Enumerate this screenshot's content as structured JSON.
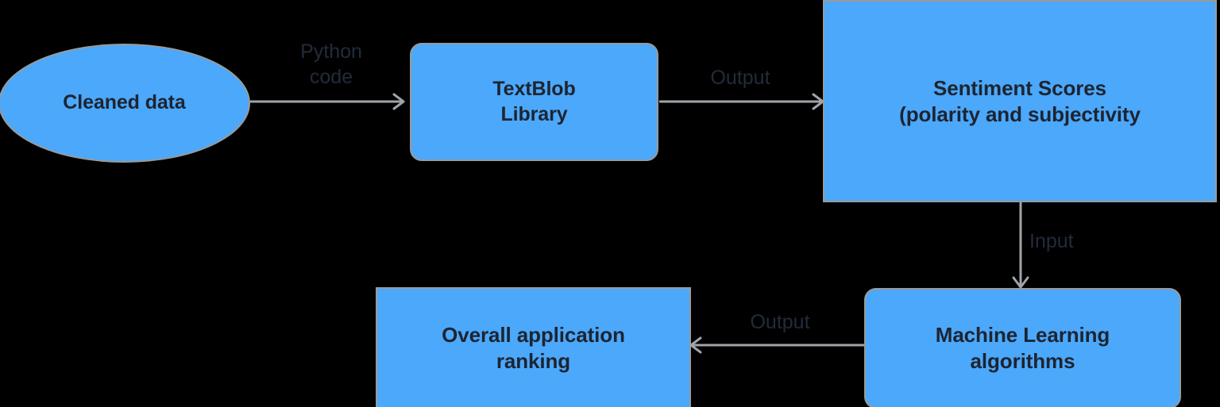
{
  "diagram": {
    "title": "Sentiment analysis pipeline flowchart",
    "background_color": "#000000",
    "node_fill_color": "#4BA8FB",
    "node_border_color": "#9a9a9a",
    "node_text_color": "#1d2430",
    "edge_color": "#a0a4aa",
    "edge_label_color": "#232b3a",
    "nodes": [
      {
        "id": "cleaned-data",
        "label": "Cleaned data",
        "shape": "ellipse"
      },
      {
        "id": "textblob",
        "label": "TextBlob\nLibrary",
        "shape": "rounded-rectangle"
      },
      {
        "id": "sentiment",
        "label": "Sentiment Scores\n(polarity and subjectivity",
        "shape": "rectangle"
      },
      {
        "id": "machine-learning",
        "label": "Machine Learning\nalgorithms",
        "shape": "rounded-rectangle"
      },
      {
        "id": "ranking",
        "label": "Overall application\nranking",
        "shape": "rectangle"
      }
    ],
    "edges": [
      {
        "id": "cleaned-to-textblob",
        "from": "cleaned-data",
        "to": "textblob",
        "label": "Python\ncode",
        "direction": "right"
      },
      {
        "id": "textblob-to-sentiment",
        "from": "textblob",
        "to": "sentiment",
        "label": "Output",
        "direction": "right"
      },
      {
        "id": "sentiment-to-ml",
        "from": "sentiment",
        "to": "machine-learning",
        "label": "Input",
        "direction": "down"
      },
      {
        "id": "ml-to-ranking",
        "from": "machine-learning",
        "to": "ranking",
        "label": "Output",
        "direction": "left"
      }
    ]
  }
}
